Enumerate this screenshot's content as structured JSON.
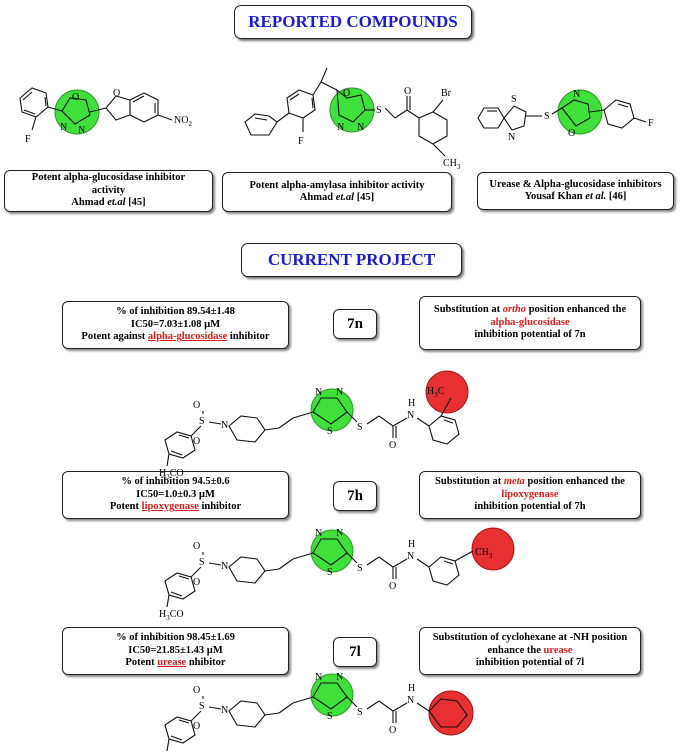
{
  "headers": {
    "reported": "REPORTED COMPOUNDS",
    "current": "CURRENT PROJECT"
  },
  "reported": [
    {
      "line1": "Potent alpha-glucosidase inhibitor",
      "line2": "activity",
      "author": "Ahmad",
      "etal": "et.al",
      "ref": "[45]"
    },
    {
      "line1": "Potent alpha-amylasa inhibitor activity",
      "author": "Ahmad",
      "etal": "et.al",
      "ref": "[45]"
    },
    {
      "line1": "Urease & Alpha-glucosidase inhibitors",
      "author": "Yousaf Khan",
      "etal": "et al.",
      "ref": "[46]"
    }
  ],
  "compounds": [
    {
      "id": "7n",
      "inhibition": "% of inhibition 89.54±1.48",
      "ic50": "IC50=7.03±1.08 µM",
      "potent_pre": "Potent against",
      "potent_target": "alpha-glucosidase",
      "potent_post": " inhibitor",
      "sub_pre": "Substitution at",
      "sub_pos": "ortho",
      "sub_post": "position enhanced the",
      "sub_target": "alpha-glucosidase",
      "sub_line3": "inhibition potential of 7n"
    },
    {
      "id": "7h",
      "inhibition": "% of inhibition 94.5±0.6",
      "ic50": "IC50=1.0±0.3 µM",
      "potent_pre": "Potent",
      "potent_target": "lipoxygenase",
      "potent_post": " inhibitor",
      "sub_pre": "Substitution at",
      "sub_pos": "meta",
      "sub_post": "position enhanced the",
      "sub_target": "lipoxygenase",
      "sub_line3": "inhibition potential of 7h"
    },
    {
      "id": "7l",
      "inhibition": "% of inhibition 98.45±1.69",
      "ic50": "IC50=21.85±1.43 µM",
      "potent_pre": "Potent",
      "potent_target": "urease",
      "potent_post": " nhibitor",
      "sub_line1": "Substitution of cyclohexane at -NH position",
      "sub_pre2": "enhance the",
      "sub_target": "urease",
      "sub_line3": "inhibition potential of 7l"
    }
  ],
  "atoms": {
    "F": "F",
    "O": "O",
    "N": "N",
    "S": "S",
    "H": "H",
    "NO2": "NO",
    "NO2_sub": "2",
    "Br": "Br",
    "CH3": "CH",
    "CH3_sub": "3",
    "H3C": "H",
    "H3C_sub": "3",
    "H3C_c": "C",
    "H3CO": "H",
    "H3CO_sub": "3",
    "H3CO_rest": "CO"
  },
  "colors": {
    "header_text": "#1a1adb",
    "highlight_text": "#e01b1b",
    "green_ring": "#3fe03a",
    "red_ring": "#e83030"
  }
}
